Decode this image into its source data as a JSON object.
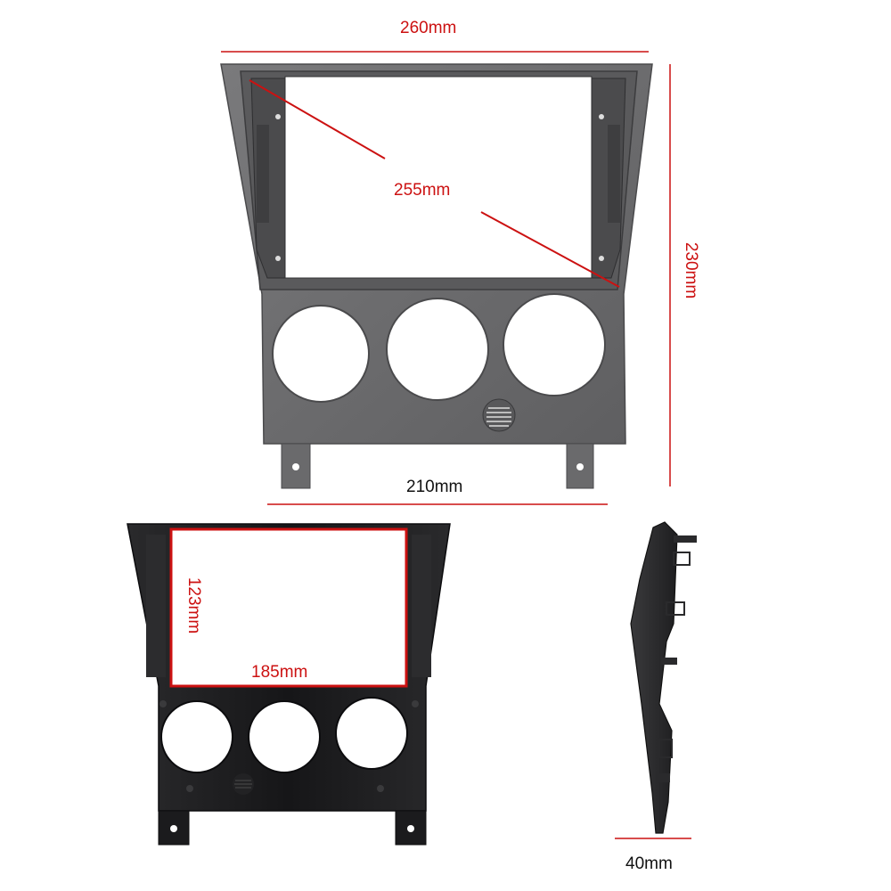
{
  "dimensions": {
    "overall_width": "260mm",
    "screen_diagonal": "255mm",
    "overall_height": "230mm",
    "bottom_width": "210mm",
    "screen_height": "123mm",
    "screen_width": "185mm",
    "depth": "40mm"
  },
  "colors": {
    "dimension_line": "#cc1111",
    "frame_front": "#6e6e70",
    "frame_back": "#1b1b1d",
    "background": "#ffffff"
  }
}
